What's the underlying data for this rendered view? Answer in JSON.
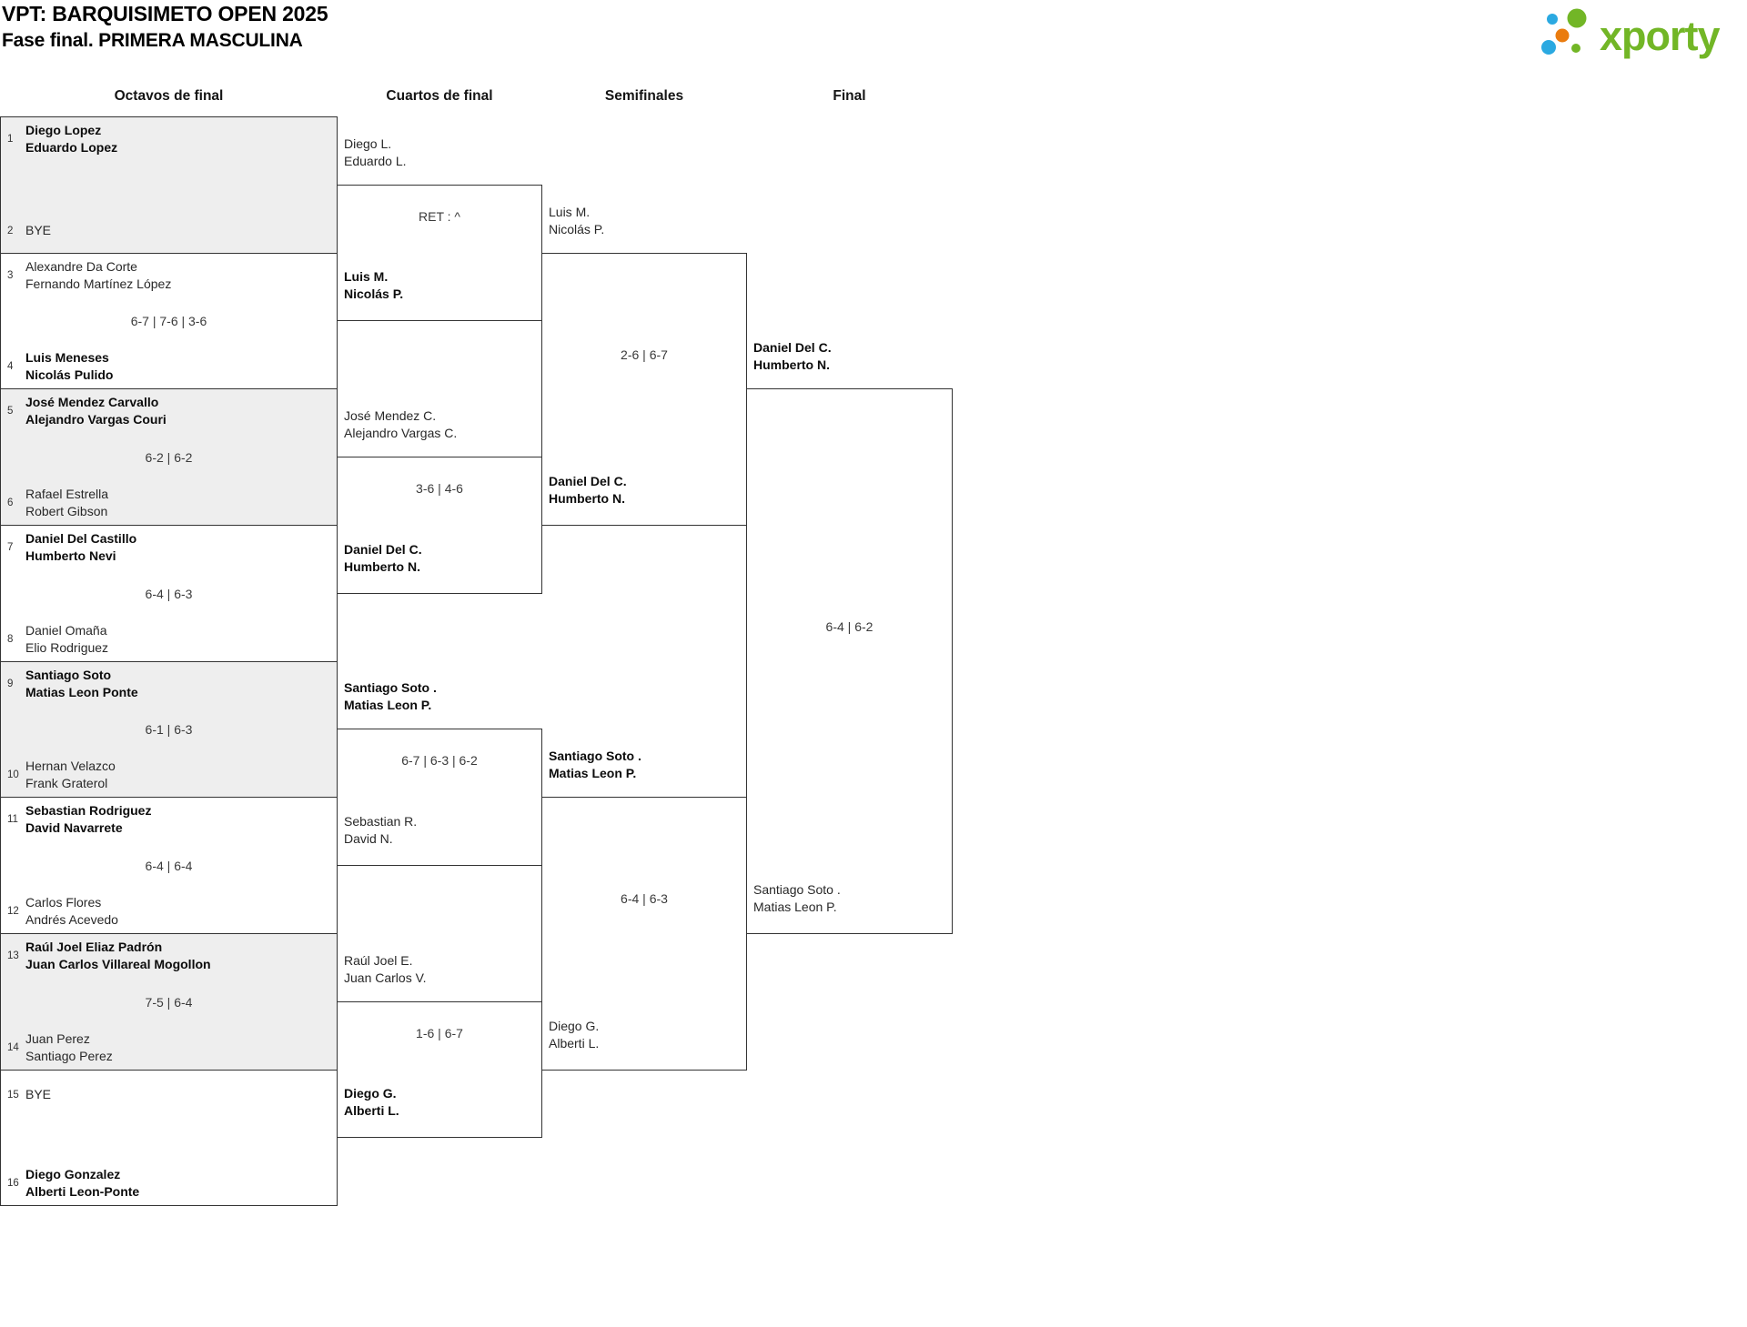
{
  "title": {
    "line1": "VPT: BARQUISIMETO OPEN 2025",
    "line2": "Fase final. PRIMERA MASCULINA"
  },
  "logo": {
    "text": "xporty",
    "colors": {
      "green": "#72b626",
      "blue": "#2ba9e1",
      "orange": "#ea7c0f"
    }
  },
  "round_headers": [
    "Octavos de final",
    "Cuartos de final",
    "Semifinales",
    "Final"
  ],
  "bracket": {
    "octavos": [
      {
        "teamA": {
          "seed": "1",
          "names": [
            "Diego Lopez",
            "Eduardo Lopez"
          ],
          "winner": true
        },
        "teamB": {
          "seed": "2",
          "names": [
            "BYE"
          ],
          "winner": false
        },
        "score": ""
      },
      {
        "teamA": {
          "seed": "3",
          "names": [
            "Alexandre Da Corte",
            "Fernando Martínez López"
          ],
          "winner": false
        },
        "teamB": {
          "seed": "4",
          "names": [
            "Luis Meneses",
            "Nicolás Pulido"
          ],
          "winner": true
        },
        "score": "6-7 | 7-6 | 3-6"
      },
      {
        "teamA": {
          "seed": "5",
          "names": [
            "José Mendez Carvallo",
            "Alejandro Vargas Couri"
          ],
          "winner": true
        },
        "teamB": {
          "seed": "6",
          "names": [
            "Rafael Estrella",
            "Robert Gibson"
          ],
          "winner": false
        },
        "score": "6-2 | 6-2"
      },
      {
        "teamA": {
          "seed": "7",
          "names": [
            "Daniel Del Castillo",
            "Humberto Nevi"
          ],
          "winner": true
        },
        "teamB": {
          "seed": "8",
          "names": [
            "Daniel Omaña",
            "Elio Rodriguez"
          ],
          "winner": false
        },
        "score": "6-4 | 6-3"
      },
      {
        "teamA": {
          "seed": "9",
          "names": [
            "Santiago Soto",
            "Matias Leon Ponte"
          ],
          "winner": true
        },
        "teamB": {
          "seed": "10",
          "names": [
            "Hernan Velazco",
            "Frank Graterol"
          ],
          "winner": false
        },
        "score": "6-1 | 6-3"
      },
      {
        "teamA": {
          "seed": "11",
          "names": [
            "Sebastian Rodriguez",
            "David Navarrete"
          ],
          "winner": true
        },
        "teamB": {
          "seed": "12",
          "names": [
            "Carlos Flores",
            "Andrés Acevedo"
          ],
          "winner": false
        },
        "score": "6-4 | 6-4"
      },
      {
        "teamA": {
          "seed": "13",
          "names": [
            "Raúl Joel Eliaz Padrón",
            "Juan Carlos Villareal Mogollon"
          ],
          "winner": true
        },
        "teamB": {
          "seed": "14",
          "names": [
            "Juan Perez",
            "Santiago Perez"
          ],
          "winner": false
        },
        "score": "7-5 | 6-4"
      },
      {
        "teamA": {
          "seed": "15",
          "names": [
            "BYE"
          ],
          "winner": false
        },
        "teamB": {
          "seed": "16",
          "names": [
            "Diego Gonzalez",
            "Alberti Leon-Ponte"
          ],
          "winner": true
        },
        "score": ""
      }
    ],
    "cuartos": [
      {
        "teamA": {
          "names": [
            "Diego L.",
            "Eduardo L."
          ],
          "winner": false
        },
        "teamB": {
          "names": [
            "Luis M.",
            "Nicolás P."
          ],
          "winner": true
        },
        "score": "RET : ^"
      },
      {
        "teamA": {
          "names": [
            "José Mendez C.",
            "Alejandro Vargas C."
          ],
          "winner": false
        },
        "teamB": {
          "names": [
            "Daniel Del C.",
            "Humberto N."
          ],
          "winner": true
        },
        "score": "3-6 | 4-6"
      },
      {
        "teamA": {
          "names": [
            "Santiago Soto .",
            "Matias Leon P."
          ],
          "winner": true
        },
        "teamB": {
          "names": [
            "Sebastian R.",
            "David N."
          ],
          "winner": false
        },
        "score": "6-7 | 6-3 | 6-2"
      },
      {
        "teamA": {
          "names": [
            "Raúl Joel E.",
            "Juan Carlos V."
          ],
          "winner": false
        },
        "teamB": {
          "names": [
            "Diego G.",
            "Alberti L."
          ],
          "winner": true
        },
        "score": "1-6 | 6-7"
      }
    ],
    "semifinales": [
      {
        "teamA": {
          "names": [
            "Luis M.",
            "Nicolás P."
          ],
          "winner": false
        },
        "teamB": {
          "names": [
            "Daniel Del C.",
            "Humberto N."
          ],
          "winner": true
        },
        "score": "2-6 | 6-7"
      },
      {
        "teamA": {
          "names": [
            "Santiago Soto .",
            "Matias Leon P."
          ],
          "winner": true
        },
        "teamB": {
          "names": [
            "Diego G.",
            "Alberti L."
          ],
          "winner": false
        },
        "score": "6-4 | 6-3"
      }
    ],
    "final": [
      {
        "teamA": {
          "names": [
            "Daniel Del C.",
            "Humberto N."
          ],
          "winner": true
        },
        "teamB": {
          "names": [
            "Santiago Soto .",
            "Matias Leon P."
          ],
          "winner": false
        },
        "score": "6-4 | 6-2"
      }
    ]
  }
}
